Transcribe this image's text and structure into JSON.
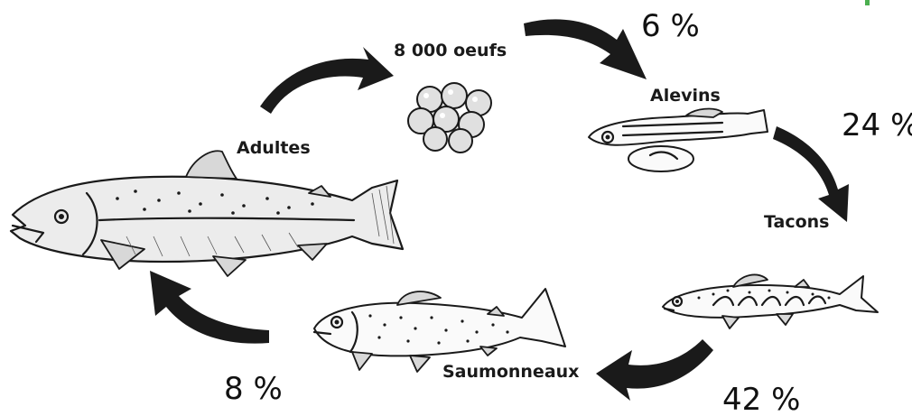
{
  "stages": {
    "eggs": "8 000 oeufs",
    "alevins": "Alevins",
    "tacons": "Tacons",
    "saumonneaux": "Saumonneaux",
    "adultes": "Adultes"
  },
  "survival": {
    "eggs_to_alevins": "6 %",
    "alevins_to_tacons": "24 %",
    "tacons_to_saumonneaux": "42 %",
    "saumonneaux_to_adultes": "8 %"
  },
  "colors": {
    "ink": "#1a1a1a",
    "accent_corner": "#4caf50"
  }
}
